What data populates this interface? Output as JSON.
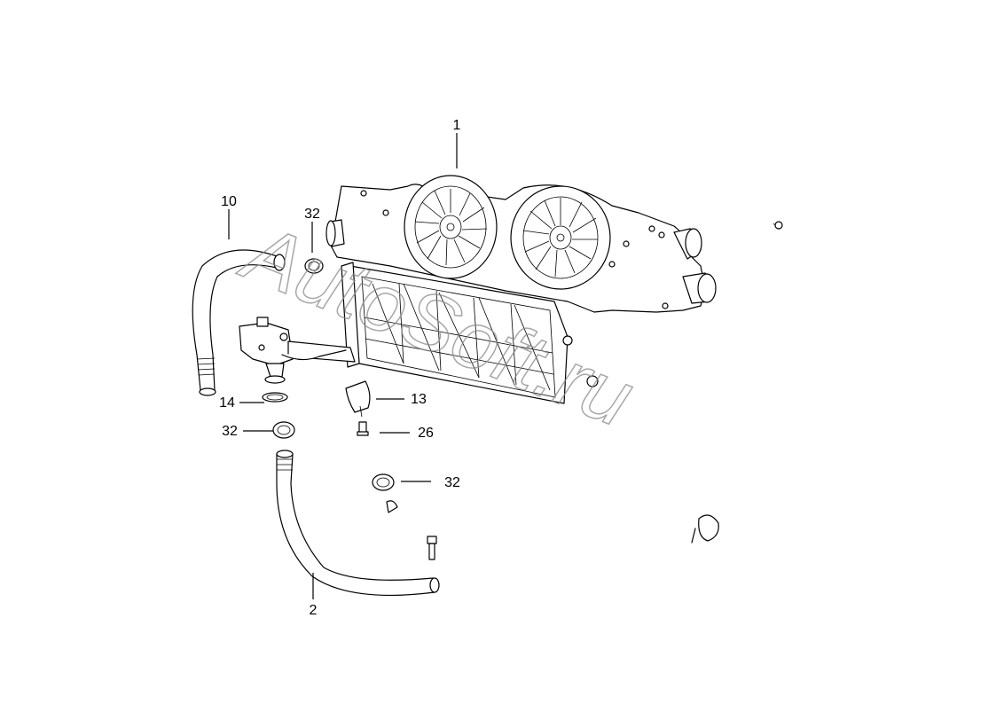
{
  "watermark": "AutoSoft.ru",
  "callouts": {
    "c1": "1",
    "c10": "10",
    "c32a": "32",
    "c14": "14",
    "c32b": "32",
    "c13": "13",
    "c26": "26",
    "c32c": "32",
    "c2": "2"
  },
  "parts": {
    "heater_blower_housing": "heater-blower-assembly",
    "heater_core": "heater-core",
    "hose_upper": "hose",
    "hose_lower": "hose",
    "control_valve": "heater-valve",
    "hose_clamps": "hose-clamp",
    "cover": "cover",
    "screw": "screw"
  },
  "colors": {
    "line": "#000000",
    "background": "#ffffff",
    "watermark": "#8a8a8a"
  }
}
